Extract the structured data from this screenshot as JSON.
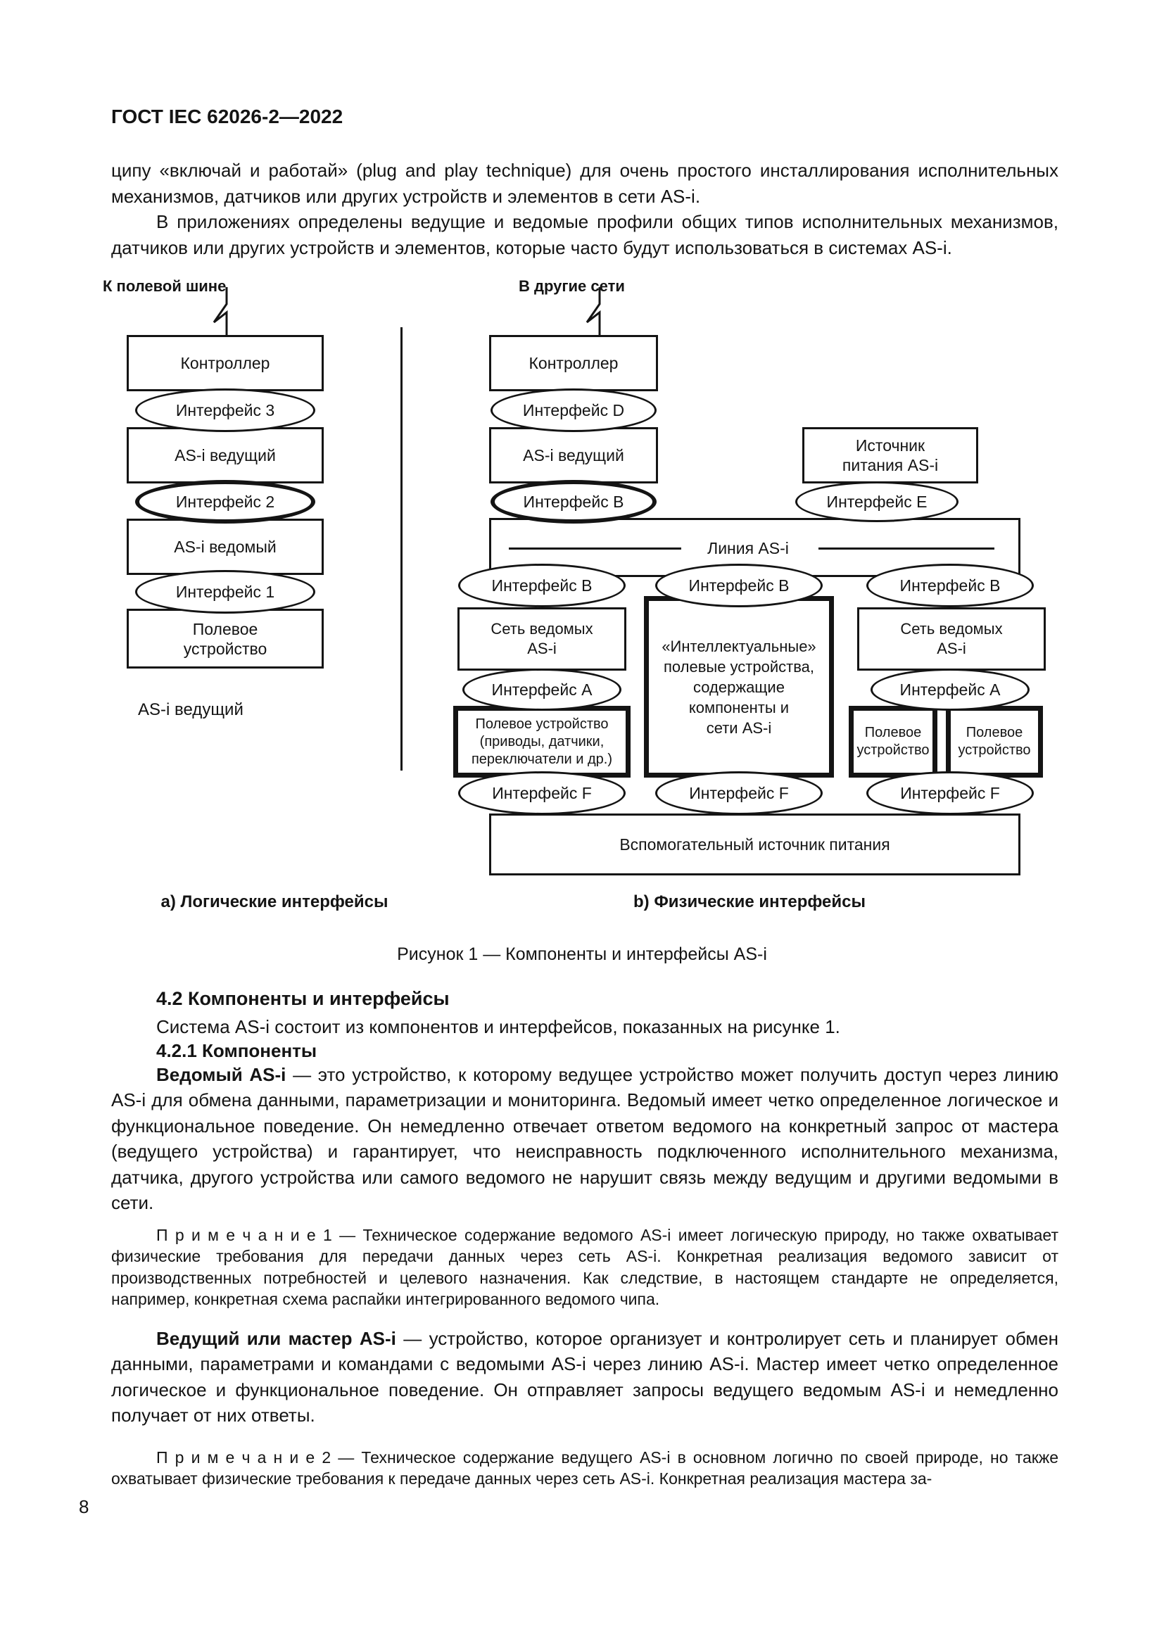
{
  "page": {
    "header": "ГОСТ IEC 62026-2—2022",
    "number": "8"
  },
  "intro": {
    "p1": "ципу «включай и работай» (plug and play technique) для очень простого инсталлирования исполнительных механизмов, датчиков или других устройств и элементов в сети AS-i.",
    "p2": "В приложениях определены ведущие и ведомые профили общих типов исполнительных механизмов, датчиков или других устройств и элементов, которые часто будут использоваться в системах AS-i."
  },
  "diagram": {
    "to_fieldbus": "К полевой шине",
    "to_other_networks": "В другие сети",
    "controller": "Контроллер",
    "interface_3": "Интерфейс 3",
    "asi_master": "AS-i ведущий",
    "interface_2": "Интерфейс 2",
    "asi_slave": "AS-i ведомый",
    "interface_1": "Интерфейс 1",
    "field_device_2l": "Полевое\nустройство",
    "asi_master_caption": "AS-i ведущий",
    "interface_d": "Интерфейс D",
    "interface_b": "Интерфейс B",
    "power_supply": "Источник\nпитания AS-i",
    "interface_e": "Интерфейс E",
    "asi_line": "Линия AS-i",
    "slave_network": "Сеть ведомых\nAS-i",
    "interface_a": "Интерфейс A",
    "smart_devices": "«Интеллектуальные»\nполевые устройства,\nсодержащие\nкомпоненты и\nсети AS-i",
    "field_device_detail": "Полевое устройство\n(приводы, датчики,\nпереключатели и др.)",
    "interface_f": "Интерфейс F",
    "aux_power": "Вспомогательный источник питания",
    "caption_a": "a) Логические интерфейсы",
    "caption_b": "b) Физические интерфейсы",
    "figure_caption": "Рисунок 1 — Компоненты и интерфейсы AS-i"
  },
  "sections": {
    "h42": "4.2 Компоненты и интерфейсы",
    "p_system": "Система AS-i состоит из компонентов и интерфейсов, показанных на рисунке 1.",
    "h421": "4.2.1 Компоненты",
    "slave_term": "Ведомый AS-i",
    "slave_text": " — это устройство, к которому ведущее устройство может получить доступ через линию AS-i для обмена данными, параметризации и мониторинга. Ведомый имеет четко определенное логическое и функциональное поведение. Он немедленно отвечает ответом ведомого на конкретный запрос от мастера (ведущего устройства) и гарантирует, что неисправность подключенного исполнительного механизма, датчика, другого устройства или самого ведомого не нарушит связь между ведущим и другими ведомыми в сети.",
    "note1_label": "П р и м е ч а н и е  1",
    "note1_text": " — Техническое содержание ведомого AS-i имеет логическую природу, но также охватывает физические требования для передачи данных через сеть AS-i. Конкретная реализация ведомого зависит от производственных потребностей и целевого назначения. Как следствие, в настоящем стандарте не определяется, например, конкретная схема распайки интегрированного ведомого чипа.",
    "master_term": "Ведущий или мастер AS-i",
    "master_text": " — устройство, которое организует и контролирует сеть и планирует обмен данными, параметрами и командами с ведомыми AS-i через линию AS-i. Мастер имеет четко определенное логическое и функциональное поведение. Он отправляет запросы ведущего ведомым AS-i и немедленно получает от них ответы.",
    "note2_label": "П р и м е ч а н и е  2",
    "note2_text": " — Техническое содержание ведущего AS-i в основном логично по своей природе, но также охватывает физические требования к передаче данных через сеть AS-i. Конкретная реализация мастера за-"
  }
}
